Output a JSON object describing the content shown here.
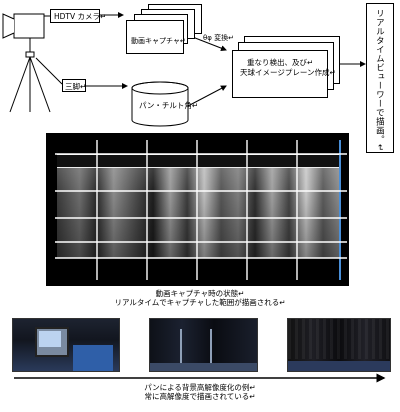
{
  "diagram": {
    "camera_label": "HDTV カメラ↵",
    "tripod_label": "三脚↵",
    "pan_tilt_label": "パン・チルト角↵",
    "capture_label": "動画キャプチャ↵",
    "transform_label": "θφ 変換↵",
    "stitch_label_line1": "重なり検出、及び↵",
    "stitch_label_line2": "天球イメージプレーン作成↵",
    "viewer_label": "リアルタイムビューワーで描画。↵"
  },
  "capture_state": {
    "caption_line1": "動画キャプチャ時の状態↵",
    "caption_line2": "リアルタイムでキャプチャした範囲が描画される↵"
  },
  "pan_example": {
    "caption_line1": "パンによる背景高解像度化の例↵",
    "caption_line2": "常に高解像度で描画されている↵"
  }
}
